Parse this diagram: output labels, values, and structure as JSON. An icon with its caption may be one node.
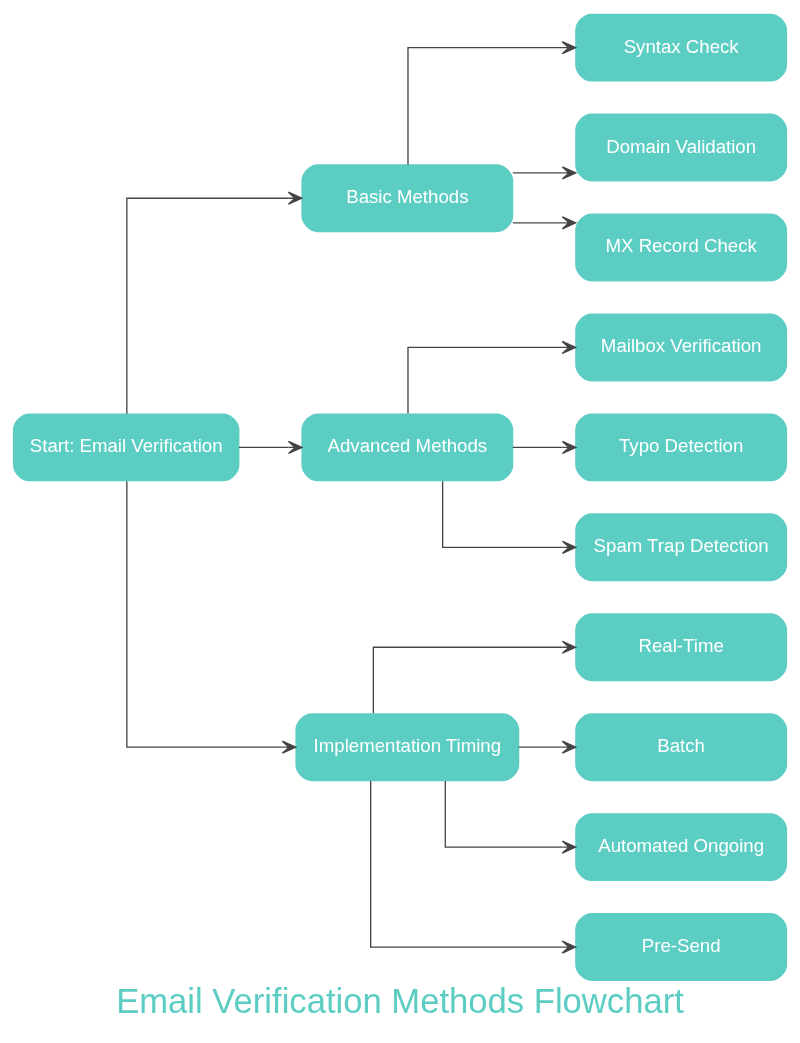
{
  "diagram": {
    "title": "Email Verification Methods Flowchart",
    "nodes": [
      {
        "text": [
          "Start: Email Verification"
        ]
      },
      {
        "text": [
          "Basic Methods"
        ]
      },
      {
        "text": [
          "Advanced Methods"
        ]
      },
      {
        "text": [
          "Implementation Timing"
        ]
      },
      {
        "text": [
          "Syntax Check"
        ]
      },
      {
        "text": [
          "Domain Validation"
        ]
      },
      {
        "text": [
          "MX Record Check"
        ]
      },
      {
        "text": [
          "Mailbox Verification"
        ]
      },
      {
        "text": [
          "Typo Detection"
        ]
      },
      {
        "text": [
          "Spam Trap Detection"
        ]
      },
      {
        "text": [
          "Real-Time"
        ]
      },
      {
        "text": [
          "Batch"
        ]
      },
      {
        "text": [
          "Automated Ongoing"
        ]
      },
      {
        "text": [
          "Pre-Send"
        ]
      }
    ],
    "edges": [
      {
        "from": 0,
        "to": 1,
        "arrow": "to"
      },
      {
        "from": 0,
        "to": 2,
        "arrow": "to"
      },
      {
        "from": 0,
        "to": 3,
        "arrow": "to"
      },
      {
        "from": 1,
        "to": 4,
        "arrow": "to"
      },
      {
        "from": 1,
        "to": 5,
        "arrow": "to"
      },
      {
        "from": 1,
        "to": 6,
        "arrow": "to"
      },
      {
        "from": 2,
        "to": 7,
        "arrow": "to"
      },
      {
        "from": 2,
        "to": 8,
        "arrow": "to"
      },
      {
        "from": 2,
        "to": 9,
        "arrow": "to"
      },
      {
        "from": 3,
        "to": 10,
        "arrow": "to"
      },
      {
        "from": 3,
        "to": 11,
        "arrow": "to"
      },
      {
        "from": 3,
        "to": 12,
        "arrow": "to"
      },
      {
        "from": 3,
        "to": 13,
        "arrow": "to"
      }
    ]
  }
}
